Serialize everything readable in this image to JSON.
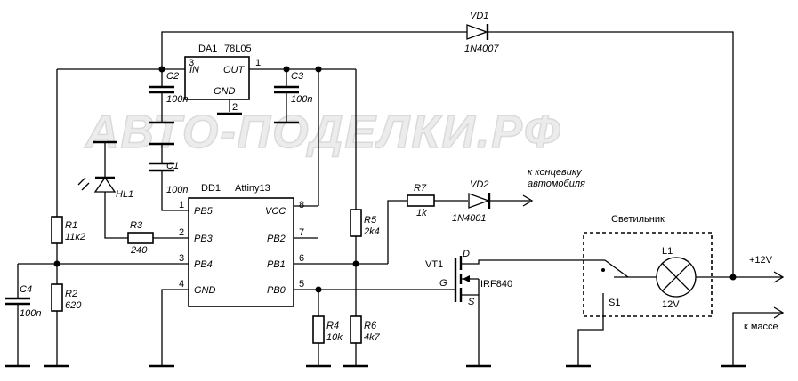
{
  "watermark": "АВТО-ПОДЕЛКИ.РФ",
  "regulator": {
    "ref": "DA1",
    "part": "78L05",
    "in": "IN",
    "out": "OUT",
    "gnd": "GND",
    "pin_in": "3",
    "pin_out": "1",
    "pin_gnd": "2"
  },
  "mcu": {
    "ref": "DD1",
    "part": "Attiny13",
    "left_pins": [
      {
        "num": "1",
        "name": "PB5"
      },
      {
        "num": "2",
        "name": "PB3"
      },
      {
        "num": "3",
        "name": "PB4"
      },
      {
        "num": "4",
        "name": "GND"
      }
    ],
    "right_pins": [
      {
        "num": "8",
        "name": "VCC"
      },
      {
        "num": "7",
        "name": "PB2"
      },
      {
        "num": "6",
        "name": "PB1"
      },
      {
        "num": "5",
        "name": "PB0"
      }
    ]
  },
  "capacitors": {
    "c1": {
      "ref": "C1",
      "value": "100n"
    },
    "c2": {
      "ref": "C2",
      "value": "100n"
    },
    "c3": {
      "ref": "C3",
      "value": "100n"
    },
    "c4": {
      "ref": "C4",
      "value": "100n"
    }
  },
  "resistors": {
    "r1": {
      "ref": "R1",
      "value": "11k2"
    },
    "r2": {
      "ref": "R2",
      "value": "620"
    },
    "r3": {
      "ref": "R3",
      "value": "240"
    },
    "r4": {
      "ref": "R4",
      "value": "10k"
    },
    "r5": {
      "ref": "R5",
      "value": "2k4"
    },
    "r6": {
      "ref": "R6",
      "value": "4k7"
    },
    "r7": {
      "ref": "R7",
      "value": "1k"
    }
  },
  "diodes": {
    "vd1": {
      "ref": "VD1",
      "part": "1N4007"
    },
    "vd2": {
      "ref": "VD2",
      "part": "1N4001"
    },
    "hl1": {
      "ref": "HL1"
    }
  },
  "transistor": {
    "ref": "VT1",
    "part": "IRF840",
    "d": "D",
    "g": "G",
    "s": "S"
  },
  "lamp": {
    "title": "Светильник",
    "ref": "L1",
    "voltage": "12V",
    "switch": "S1"
  },
  "labels": {
    "endswitch_line1": "к концевику",
    "endswitch_line2": "автомобиля",
    "plus12": "+12V",
    "ground": "к массе"
  }
}
